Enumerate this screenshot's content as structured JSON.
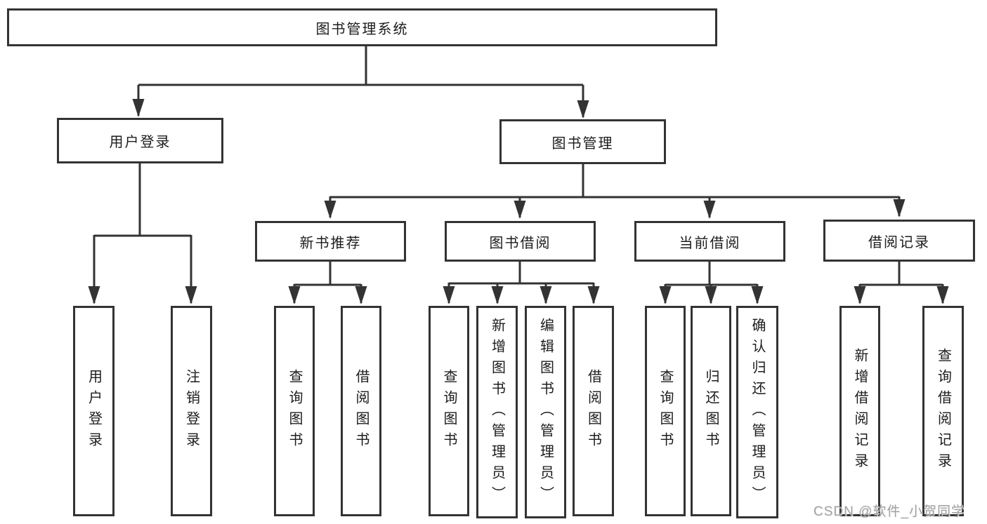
{
  "nodes": {
    "root": "图书管理系统",
    "user_login": "用户登录",
    "book_mgmt": "图书管理",
    "user_login_children": [
      "用户登录",
      "注销登录"
    ],
    "groups": [
      {
        "label": "新书推荐",
        "children": [
          "查询图书",
          "借阅图书"
        ]
      },
      {
        "label": "图书借阅",
        "children": [
          "查询图书",
          "新增图书（管理员）",
          "编辑图书（管理员）",
          "借阅图书"
        ]
      },
      {
        "label": "当前借阅",
        "children": [
          "查询图书",
          "归还图书",
          "确认归还（管理员）"
        ]
      },
      {
        "label": "借阅记录",
        "children": [
          "新增借阅记录",
          "查询借阅记录"
        ]
      }
    ]
  },
  "watermark": {
    "text": "CSDN @软件_小贺同学",
    "color": "#a2a2a2"
  },
  "colors": {
    "line": "#333333",
    "box_border": "#333333",
    "text": "#1c1c1c",
    "background": "#ffffff"
  }
}
